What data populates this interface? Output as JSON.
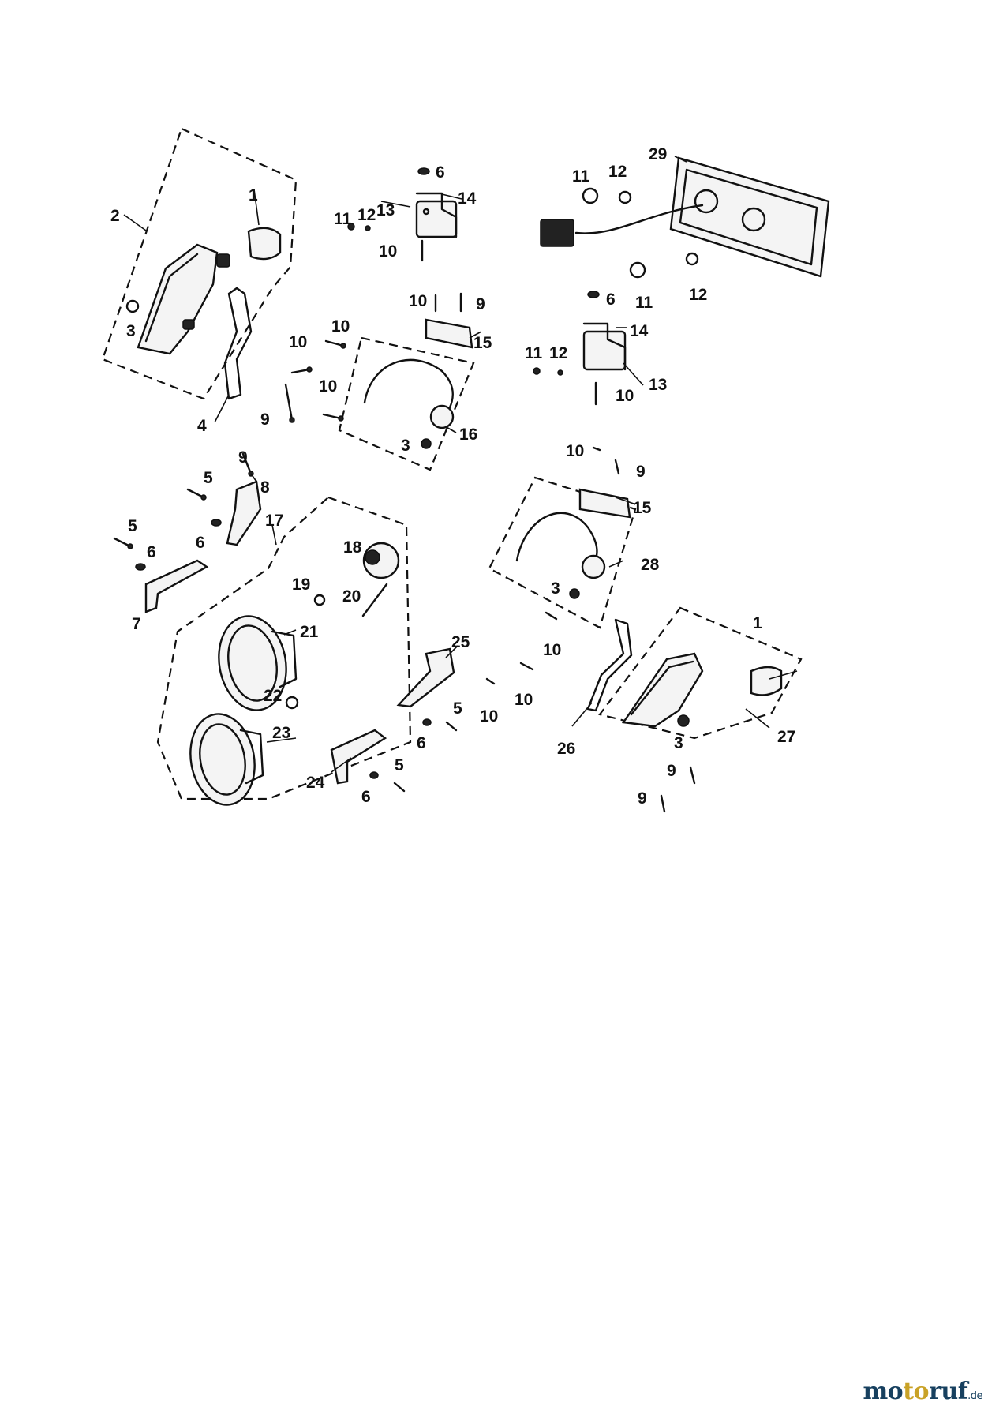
{
  "callouts": {
    "c1": "1",
    "c2": "2",
    "c3": "3",
    "c4": "4",
    "c5": "5",
    "c6": "6",
    "c7": "7",
    "c8": "8",
    "c9": "9",
    "c10": "10",
    "c11": "11",
    "c12": "12",
    "c13": "13",
    "c14": "14",
    "c15": "15",
    "c16": "16",
    "c17": "17",
    "c18": "18",
    "c19": "19",
    "c20": "20",
    "c21": "21",
    "c22": "22",
    "c23": "23",
    "c24": "24",
    "c25": "25",
    "c26": "26",
    "c27": "27",
    "c28": "28",
    "c29": "29"
  },
  "watermark": {
    "part1": "mo",
    "part2": "to",
    "part3": "ruf",
    "tld": ".de"
  }
}
